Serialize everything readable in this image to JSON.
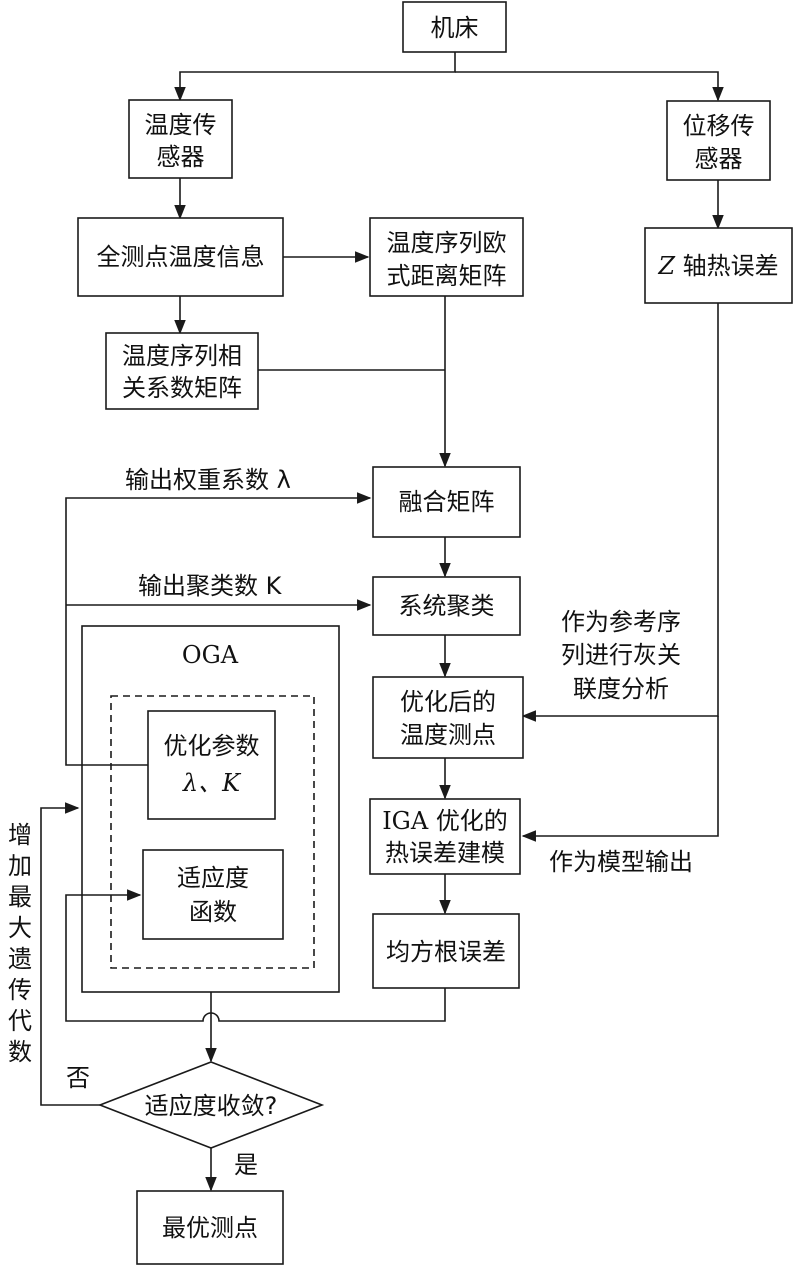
{
  "nodes": {
    "machine": "机床",
    "temp_sensor": [
      "温度传",
      "感器"
    ],
    "disp_sensor": [
      "位移传",
      "感器"
    ],
    "all_points": "全测点温度信息",
    "euclid": [
      "温度序列欧",
      "式距离矩阵"
    ],
    "correlation": [
      "温度序列相",
      "关系数矩阵"
    ],
    "z_axis": "轴热误差",
    "z_symbol": "Z",
    "fusion": "融合矩阵",
    "cluster": "系统聚类",
    "optimized_points": [
      "优化后的",
      "温度测点"
    ],
    "iga_model": [
      "优化的",
      "热误差建模"
    ],
    "iga_prefix": "IGA",
    "rmse": "均方根误差",
    "oga_title": "OGA",
    "opt_params": "优化参数",
    "lambda_k": "λ、K",
    "fitness_fn": [
      "适应度",
      "函数"
    ],
    "converge": "适应度收敛?",
    "best_points": "最优测点"
  },
  "edge_labels": {
    "weight": "输出权重系数 λ",
    "cluster_k": "输出聚类数 K",
    "reference": [
      "作为参考序",
      "列进行灰关",
      "联度分析"
    ],
    "model_output": "作为模型输出",
    "increase": [
      "增",
      "加",
      "最",
      "大",
      "遗",
      "传",
      "代",
      "数"
    ],
    "no": "否",
    "yes": "是"
  }
}
